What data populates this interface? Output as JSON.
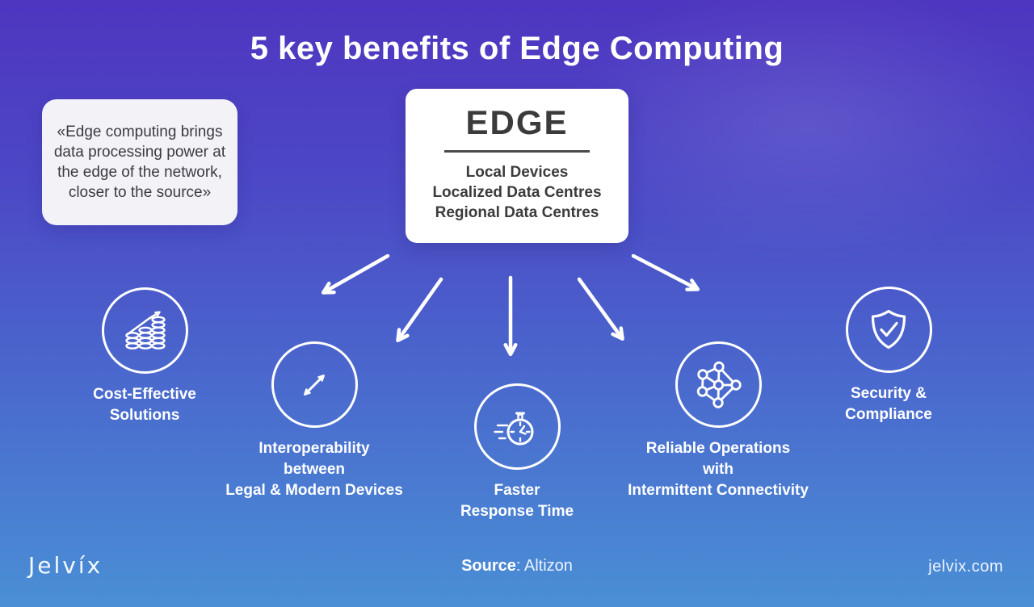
{
  "title": "5 key benefits of Edge Computing",
  "quote": {
    "text": "«Edge computing brings data processing power at the edge of the network, closer to the source»"
  },
  "edge_card": {
    "heading": "EDGE",
    "items": [
      "Local Devices",
      "Localized Data Centres",
      "Regional Data Centres"
    ]
  },
  "benefits": [
    {
      "icon": "coins-growth-icon",
      "lines": [
        "Cost-Effective",
        "Solutions"
      ]
    },
    {
      "icon": "resize-arrows-icon",
      "lines": [
        "Interoperability",
        "between",
        "Legal & Modern Devices"
      ]
    },
    {
      "icon": "stopwatch-icon",
      "lines": [
        "Faster",
        "Response Time"
      ]
    },
    {
      "icon": "network-nodes-icon",
      "lines": [
        "Reliable Operations",
        "with",
        "Intermittent Connectivity"
      ]
    },
    {
      "icon": "shield-check-icon",
      "lines": [
        "Security &",
        "Compliance"
      ]
    }
  ],
  "footer": {
    "logo": "Jelvíx",
    "source_label": "Source",
    "source_rest": ": Altizon",
    "website": "jelvix.com"
  },
  "colors": {
    "bg_top": "#4e36c0",
    "bg_bottom": "#4a8fd5",
    "card_bg": "#ffffff",
    "quote_bg": "#f2f2f7",
    "text_dark": "#3b3b43",
    "text_light": "#ffffff"
  }
}
